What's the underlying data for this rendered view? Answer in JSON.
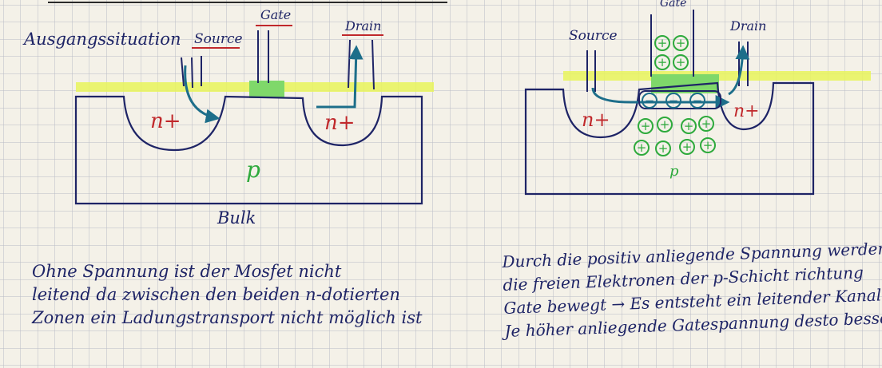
{
  "left": {
    "heading": "Ausgangssituation",
    "source": "Source",
    "gate": "Gate",
    "drain": "Drain",
    "n_left": "n+",
    "n_right": "n+",
    "substrate": "p",
    "bulk": "Bulk",
    "note": [
      "Ohne Spannung ist der Mosfet nicht",
      "leitend da zwischen den beiden n-dotierten",
      "Zonen ein Ladungstransport nicht möglich ist"
    ]
  },
  "right": {
    "source": "Source",
    "gate": "Gate",
    "drain": "Drain",
    "n_left": "n+",
    "n_right": "n+",
    "substrate": "p",
    "plus": "+",
    "minus": "−",
    "note": [
      "Durch die positiv anliegende Spannung werden",
      "die freien Elektronen der p-Schicht richtung",
      "Gate bewegt → Es entsteht ein leitender Kanal",
      "Je höher anliegende Gatespannung desto besser leitet"
    ]
  },
  "colors": {
    "grid": "#b9bcc6",
    "ink": "#1e2466",
    "red": "#c0282b",
    "teal": "#1d6e8a",
    "green": "#2eaa3c",
    "highlight": "#e8f55a",
    "gate_green": "#7fd86a"
  }
}
